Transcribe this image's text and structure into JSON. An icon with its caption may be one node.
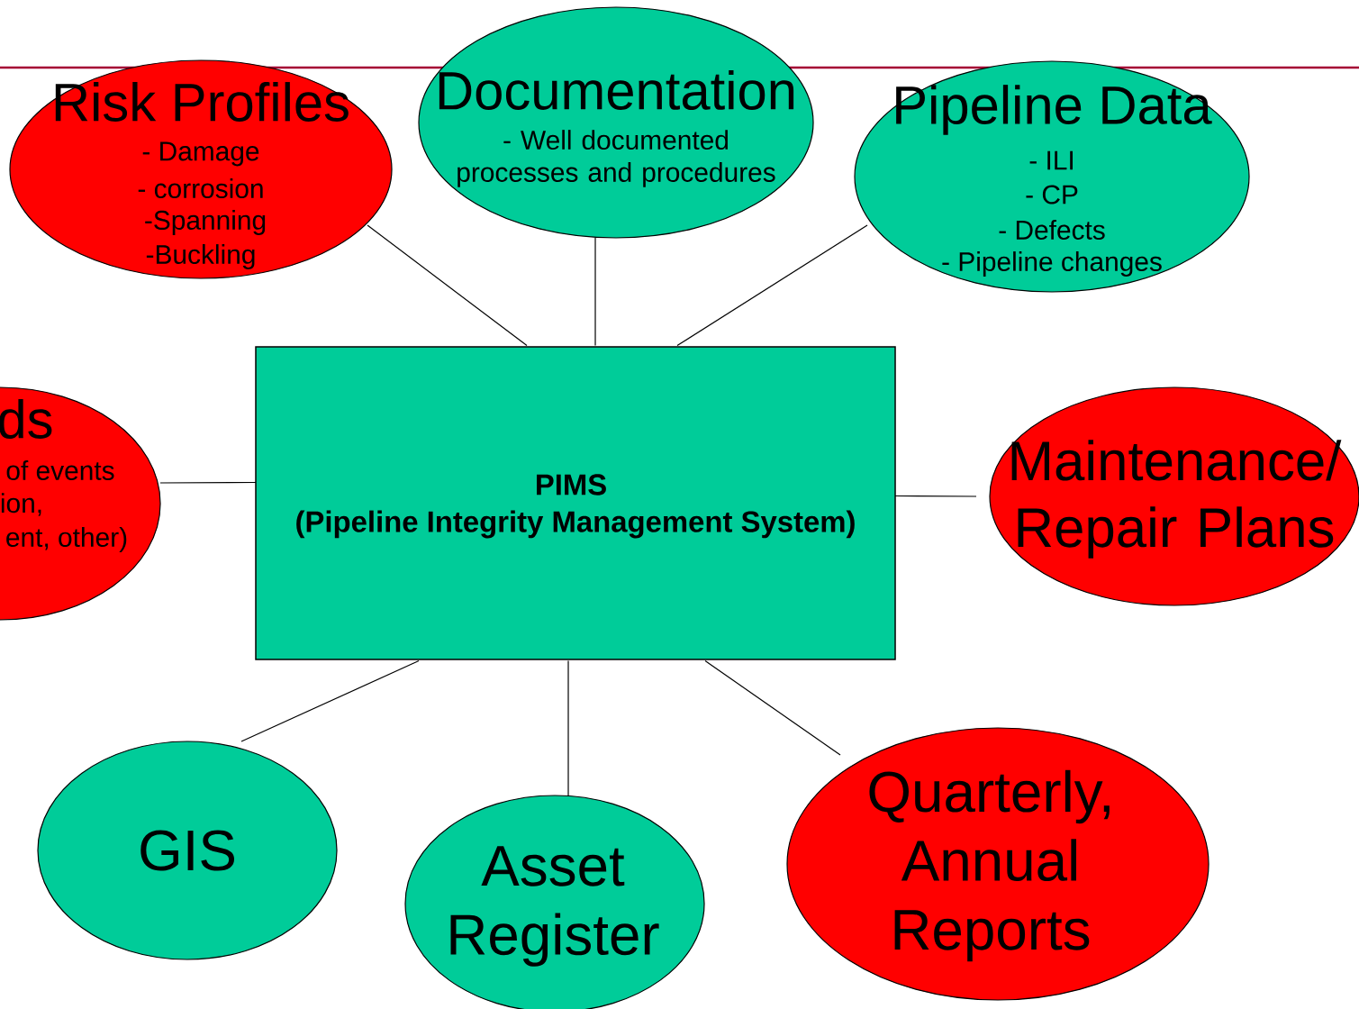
{
  "diagram": {
    "nodes": [
      {
        "text": [
          "Risk Profiles",
          "- Damage",
          "- corrosion",
          "-Spanning",
          "-Buckling"
        ]
      },
      {
        "text": [
          "Documentation",
          "- Well documented processes and procedures"
        ]
      },
      {
        "text": [
          "Pipeline Data",
          "- ILI",
          "- CP",
          "- Defects",
          "- Pipeline changes"
        ]
      },
      {
        "text": [
          "ds",
          "of events",
          "ion,",
          "ent, other)"
        ]
      },
      {
        "text": [
          "PIMS",
          "(Pipeline Integrity Management System)"
        ]
      },
      {
        "text": [
          "Maintenance/ Repair Plans"
        ]
      },
      {
        "text": [
          "GIS"
        ]
      },
      {
        "text": [
          "Asset Register"
        ]
      },
      {
        "text": [
          "Quarterly, Annual Reports"
        ]
      }
    ],
    "edges": [
      {
        "from": 0,
        "to": 4,
        "arrow": "none"
      },
      {
        "from": 1,
        "to": 4,
        "arrow": "none"
      },
      {
        "from": 2,
        "to": 4,
        "arrow": "none"
      },
      {
        "from": 3,
        "to": 4,
        "arrow": "none"
      },
      {
        "from": 4,
        "to": 5,
        "arrow": "none"
      },
      {
        "from": 4,
        "to": 6,
        "arrow": "none"
      },
      {
        "from": 4,
        "to": 7,
        "arrow": "none"
      },
      {
        "from": 4,
        "to": 8,
        "arrow": "none"
      }
    ]
  }
}
